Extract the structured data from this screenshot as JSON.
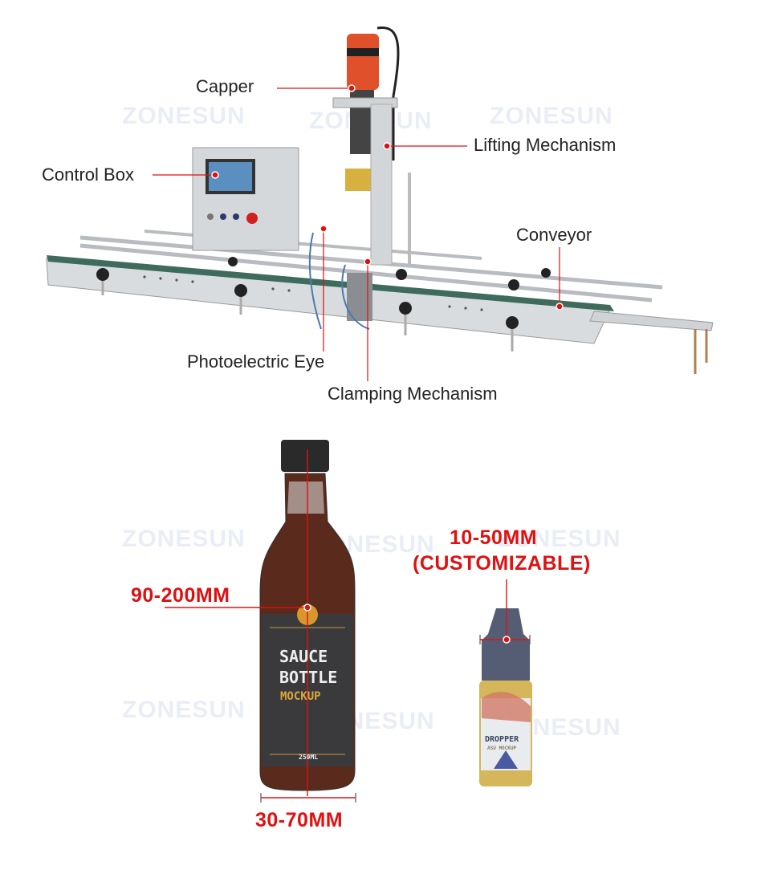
{
  "watermark": "ZONESUN",
  "machine_labels": {
    "capper": "Capper",
    "control_box": "Control Box",
    "lifting_mechanism": "Lifting Mechanism",
    "conveyor": "Conveyor",
    "photoelectric_eye": "Photoelectric Eye",
    "clamping_mechanism": "Clamping Mechanism"
  },
  "dimensions": {
    "height_range": "90-200MM",
    "diameter_range": "30-70MM",
    "cap_range": "10-50MM",
    "cap_note": "(CUSTOMIZABLE)"
  },
  "sauce_bottle": {
    "line1": "SAUCE",
    "line2": "BOTTLE",
    "line3": "MOCKUP",
    "volume": "250ML"
  },
  "dropper_bottle": {
    "title": "DROPPER",
    "subtitle": "ASU MOCKUP"
  },
  "colors": {
    "accent": "#e01010",
    "conveyor_belt": "#3e6b5c",
    "steel": "#c9ccd0"
  }
}
